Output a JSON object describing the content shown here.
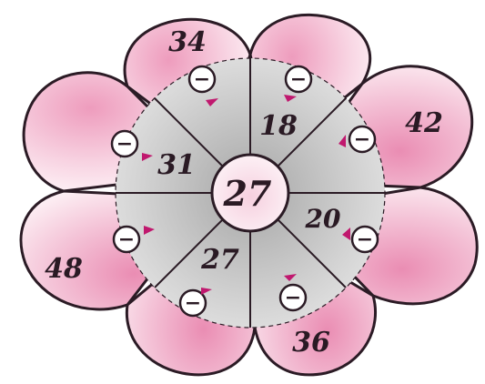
{
  "puzzle": {
    "center_value": "27",
    "petals": [
      {
        "id": "top-left",
        "value": "34"
      },
      {
        "id": "top-right",
        "value": "42"
      },
      {
        "id": "right",
        "value": "36"
      },
      {
        "id": "bottom-left",
        "value": "48"
      }
    ],
    "segments": [
      {
        "id": "upper-right-inner",
        "value": "18"
      },
      {
        "id": "left-inner",
        "value": "31"
      },
      {
        "id": "right-inner",
        "value": "20"
      },
      {
        "id": "bottom-inner",
        "value": "27"
      }
    ],
    "operator_symbol": "−"
  },
  "colors": {
    "outline": "#2b1b25",
    "pink_light": "#f7dde7",
    "pink_mid": "#ef9fc0",
    "gray_light": "#e7e7e7",
    "gray_dark": "#a9a9a9",
    "arrow": "#c0186e",
    "center_fill": "#f7e1ea"
  }
}
